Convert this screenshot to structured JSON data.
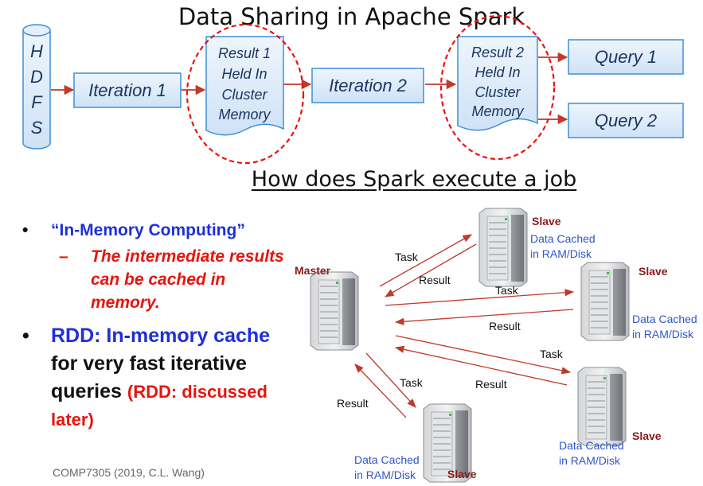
{
  "title": "Data Sharing in Apache Spark",
  "flow": {
    "hdfs_letters": [
      "H",
      "D",
      "F",
      "S"
    ],
    "iteration1": "Iteration 1",
    "iteration2": "Iteration 2",
    "result1_lines": [
      "Result 1",
      "Held In",
      "Cluster",
      "Memory"
    ],
    "result2_lines": [
      "Result 2",
      "Held In",
      "Cluster",
      "Memory"
    ],
    "query1": "Query 1",
    "query2": "Query 2"
  },
  "subtitle": "How does Spark execute a job",
  "bullets": {
    "b1_dot": "•",
    "b1": "“In-Memory Computing”",
    "sub_dash": "–",
    "sub": "The intermediate results can be cached in memory.",
    "b2_dot": "•",
    "b2_blue": "RDD: In-memory cache",
    "b2_black": " for very fast iterative queries ",
    "b2_red": "(RDD: discussed later)"
  },
  "cluster": {
    "master": "Master",
    "slave": "Slave",
    "task": "Task",
    "result": "Result",
    "cache_line1": "Data Cached",
    "cache_line2": "in RAM/Disk"
  },
  "footer": "COMP7305 (2019, C.L. Wang)",
  "colors": {
    "arrow": "#c0392b",
    "box_fill": "#dbe9f8",
    "box_border": "#3d8fd6",
    "box_text": "#1c3560",
    "highlight": "#e8140f",
    "blue_text": "#1e2fd8",
    "dark_red_label": "#8b1a1a",
    "cache_text": "#2f55c9"
  }
}
